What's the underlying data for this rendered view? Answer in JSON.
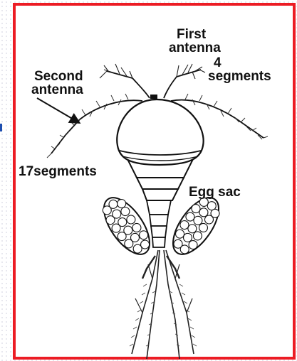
{
  "labels": {
    "first_antenna_line1": "First",
    "first_antenna_line2": "antenna",
    "four_segments_line1": "4",
    "four_segments_line2": "segments",
    "second_antenna_line1": "Second",
    "second_antenna_line2": "antenna",
    "seventeen_segments": "17segments",
    "egg_sac": "Egg sac"
  },
  "colors": {
    "frame": "#ec1c24",
    "ink": "#111111",
    "edge_marker": "#1f4fb0"
  }
}
